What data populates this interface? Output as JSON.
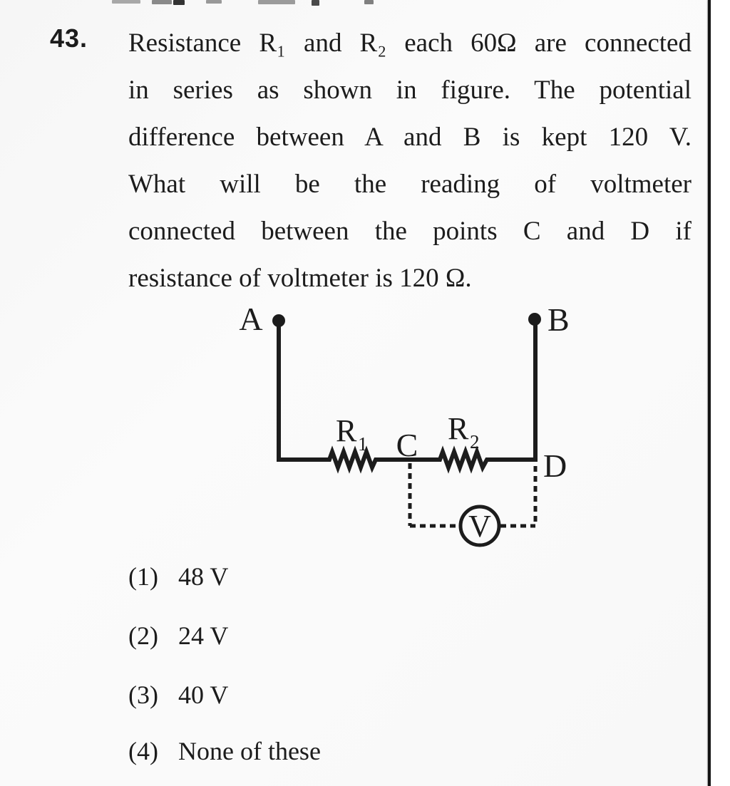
{
  "question": {
    "number": "43.",
    "lines": [
      "Resistance R₁ and R₂ each 60Ω are connected",
      "in series as shown in figure. The potential",
      "difference between A and B is kept 120 V.",
      "What will be the reading of voltmeter",
      "connected between the points C and D if",
      "resistance of voltmeter is 120 Ω."
    ]
  },
  "diagram": {
    "node_a": "A",
    "node_b": "B",
    "node_c": "C",
    "node_d": "D",
    "resistor1_main": "R",
    "resistor1_sub": "1",
    "resistor2_main": "R",
    "resistor2_sub": "2",
    "voltmeter": "V"
  },
  "options": [
    {
      "marker": "(1)",
      "label": "48 V"
    },
    {
      "marker": "(2)",
      "label": "24 V"
    },
    {
      "marker": "(3)",
      "label": "40 V"
    },
    {
      "marker": "(4)",
      "label": "None of these"
    }
  ],
  "colors": {
    "ink": "#1c1c1c",
    "paper": "#fafafa",
    "edge_rule": "#151515"
  }
}
